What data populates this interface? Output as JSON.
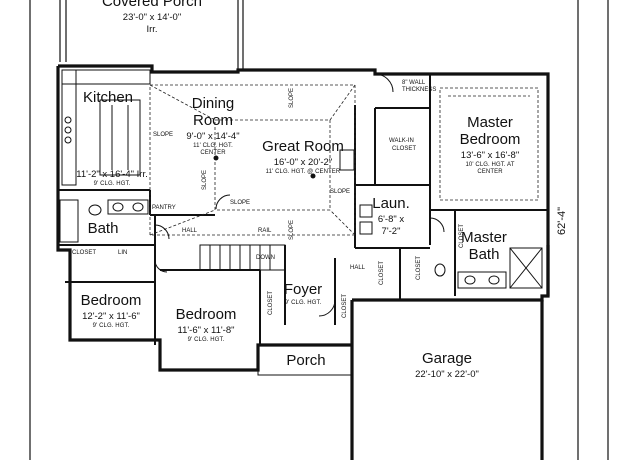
{
  "rooms": {
    "covered_porch": {
      "name": "Covered Porch",
      "dim": "23'-0\" x 14'-0\"",
      "note": "Irr."
    },
    "kitchen": {
      "name": "Kitchen",
      "dim": "11'-2\" x 16'-4\" Irr.",
      "note": "9' CLG. HGT."
    },
    "dining": {
      "name1": "Dining",
      "name2": "Room",
      "dim": "9'-0\" x 14'-4\"",
      "note1": "11' CLG. HGT.",
      "note2": "CENTER"
    },
    "great_room": {
      "name": "Great Room",
      "dim": "16'-0\" x 20'-2\"",
      "note": "11' CLG. HGT. @ CENTER"
    },
    "master_bedroom": {
      "name1": "Master",
      "name2": "Bedroom",
      "dim": "13'-6\" x 16'-8\"",
      "note1": "10' CLG. HGT. AT",
      "note2": "CENTER"
    },
    "laundry": {
      "name": "Laun.",
      "dim1": "6'-8\" x",
      "dim2": "7'-2\""
    },
    "master_bath": {
      "name1": "Master",
      "name2": "Bath"
    },
    "bath": {
      "name": "Bath"
    },
    "bedroom1": {
      "name": "Bedroom",
      "dim": "12'-2\" x 11'-6\"",
      "note": "9' CLG. HGT."
    },
    "bedroom2": {
      "name": "Bedroom",
      "dim": "11'-6\" x 11'-8\"",
      "note": "9' CLG. HGT."
    },
    "foyer": {
      "name": "Foyer",
      "note": "9' CLG. HGT."
    },
    "porch": {
      "name": "Porch"
    },
    "garage": {
      "name": "Garage",
      "dim": "22'-10\" x 22'-0\""
    }
  },
  "annotations": {
    "wall_thickness1": "8\" WALL",
    "wall_thickness2": "THICKNESS",
    "walk_in_closet1": "WALK-IN",
    "walk_in_closet2": "CLOSET",
    "pantry": "PANTRY",
    "slope": "SLOPE",
    "hall": "HALL",
    "rail": "RAIL",
    "down": "DOWN",
    "closet": "CLOSET",
    "lin": "LIN",
    "overall_depth": "62'-4\""
  }
}
